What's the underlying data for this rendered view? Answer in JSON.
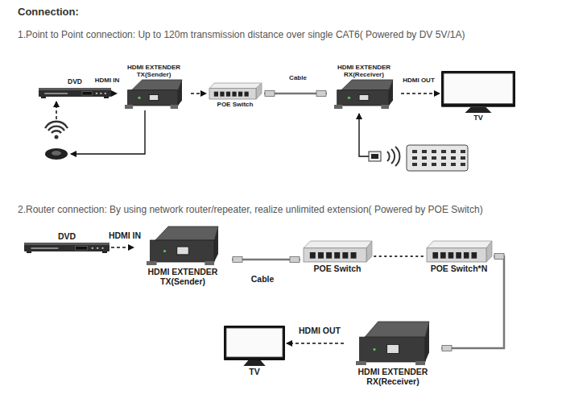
{
  "diagram": {
    "title": "Connection:",
    "nodes": [
      {
        "text": [
          "DVD"
        ]
      },
      {
        "text": [
          "HDMI EXTENDER TX(Sender)"
        ]
      },
      {
        "text": [
          "POE Switch"
        ]
      },
      {
        "text": [
          "HDMI EXTENDER RX(Receiver)"
        ]
      },
      {
        "text": [
          "TV"
        ]
      },
      {
        "text": [
          "DVD"
        ]
      },
      {
        "text": [
          "HDMI EXTENDER TX(Sender)"
        ]
      },
      {
        "text": [
          "POE Switch"
        ]
      },
      {
        "text": [
          "POE Switch*N"
        ]
      },
      {
        "text": [
          "HDMI EXTENDER RX(Receiver)"
        ]
      },
      {
        "text": [
          "TV"
        ]
      }
    ],
    "edges": [
      {
        "from": 0,
        "to": 1,
        "label": "HDMI IN",
        "arrow": "to"
      },
      {
        "from": 1,
        "to": 2,
        "arrow": "to"
      },
      {
        "from": 2,
        "to": 3,
        "label": "Cable",
        "arrow": "none"
      },
      {
        "from": 3,
        "to": 4,
        "label": "HDMI OUT",
        "arrow": "to"
      },
      {
        "from": 5,
        "to": 6,
        "label": "HDMI IN",
        "arrow": "to"
      },
      {
        "from": 6,
        "to": 7,
        "label": "Cable",
        "arrow": "none"
      },
      {
        "from": 7,
        "to": 8,
        "arrow": "none"
      },
      {
        "from": 8,
        "to": 9,
        "arrow": "none"
      },
      {
        "from": 9,
        "to": 10,
        "label": "HDMI OUT",
        "arrow": "to"
      }
    ],
    "labels": [
      "1.Point to Point connection: Up to 120m transmission distance over single CAT6( Powered by DV 5V/1A)",
      "2.Router connection: By using network router/repeater, realize unlimited extension( Powered by POE Switch)"
    ]
  }
}
